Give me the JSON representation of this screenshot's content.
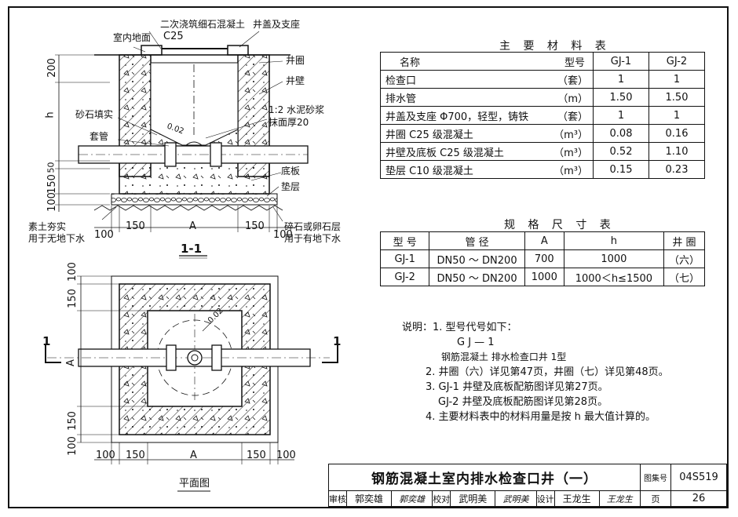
{
  "drawing": {
    "section_labels": {
      "concrete_pour": "二次浇筑细石混凝土",
      "c25": "C25",
      "floor": "室内地面",
      "cover": "井盖及支座",
      "ring": "井圈",
      "wall": "井壁",
      "gravel_fill": "砂石填实",
      "mortar1": "1:2 水泥砂浆",
      "mortar2": "抹面厚20",
      "sleeve": "套管",
      "slab": "底板",
      "cushion": "垫层",
      "soil1": "素土夯实",
      "soil2": "用于无地下水",
      "stone1": "碎石或卵石层",
      "stone2": "用于有地下水",
      "slope": "0.02",
      "h": "h",
      "d200": "200",
      "d50": "50",
      "d150v": "150",
      "d100v": "100",
      "d100a": "100",
      "d150a": "150",
      "A": "A",
      "d150b": "150",
      "d100b": "100",
      "section_title": "1-1"
    },
    "plan_labels": {
      "slope": "0.02",
      "cut_left": "1",
      "cut_right": "1",
      "A_side": "A",
      "v100a": "100",
      "v150a": "150",
      "v150b": "150",
      "v100b": "100",
      "d100a": "100",
      "d150a": "150",
      "A": "A",
      "d150b": "150",
      "d100b": "100",
      "plan_title": "平面图"
    }
  },
  "materials": {
    "title": "主 要 材 料 表",
    "header": {
      "name": "名称",
      "model": "型号",
      "gj1": "GJ-1",
      "gj2": "GJ-2"
    },
    "rows": [
      {
        "name": "检查口",
        "unit": "（套）",
        "gj1": "1",
        "gj2": "1"
      },
      {
        "name": "排水管",
        "unit": "（m）",
        "gj1": "1.50",
        "gj2": "1.50"
      },
      {
        "name": "井盖及支座  Φ700，轻型，铸铁",
        "unit": "（套）",
        "gj1": "1",
        "gj2": "1"
      },
      {
        "name": "井圈   C25 级混凝土",
        "unit": "（m³）",
        "gj1": "0.08",
        "gj2": "0.16"
      },
      {
        "name": "井壁及底板   C25 级混凝土",
        "unit": "（m³）",
        "gj1": "0.52",
        "gj2": "1.10"
      },
      {
        "name": "垫层    C10 级混凝土",
        "unit": "（m³）",
        "gj1": "0.15",
        "gj2": "0.23"
      }
    ]
  },
  "specs": {
    "title": "规 格 尺 寸 表",
    "header": {
      "model": "型  号",
      "pipe": "管       径",
      "a": "A",
      "h": "h",
      "ring": "井  圈"
    },
    "rows": [
      {
        "model": "GJ-1",
        "pipe": "DN50 ～ DN200",
        "a": "700",
        "h": "1000",
        "ring": "（六）"
      },
      {
        "model": "GJ-2",
        "pipe": "DN50 ～ DN200",
        "a": "1000",
        "h": "1000＜h≤1500",
        "ring": "（七）"
      }
    ]
  },
  "notes": {
    "l1": "说明：1. 型号代号如下：",
    "code": "G            J  —  1",
    "code_desc": "钢筋混凝土    排水检查口井      1型",
    "l2": "2. 井圈（六）详见第47页，井圈（七）详见第48页。",
    "l3": "3. GJ-1 井壁及底板配筋图详见第27页。",
    "l3b": "GJ-2 井壁及底板配筋图详见第28页。",
    "l4": "4. 主要材料表中的材料用量是按 h 最大值计算的。"
  },
  "title_block": {
    "title": "钢筋混凝土室内排水检查口井（一）",
    "atlas_label": "图集号",
    "atlas_no": "04S519",
    "review_label": "审核",
    "reviewer": "郭奕雄",
    "review_sig": "郭奕雄",
    "check_label": "校对",
    "checker": "武明美",
    "check_sig": "武明美",
    "design_label": "设计",
    "designer": "王龙生",
    "design_sig": "王龙生",
    "page_label": "页",
    "page_no": "26"
  }
}
